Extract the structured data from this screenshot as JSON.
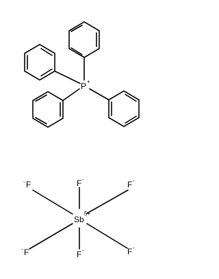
{
  "molecule": {
    "cation": {
      "center_label": "P",
      "center_charge": "+",
      "substituent_name": "phenyl"
    },
    "anion": {
      "center_label": "Sb",
      "center_charge": "5+",
      "ligand_labels": [
        "F",
        "F",
        "F",
        "F",
        "F",
        "F"
      ],
      "ligand_charge": "-"
    }
  }
}
